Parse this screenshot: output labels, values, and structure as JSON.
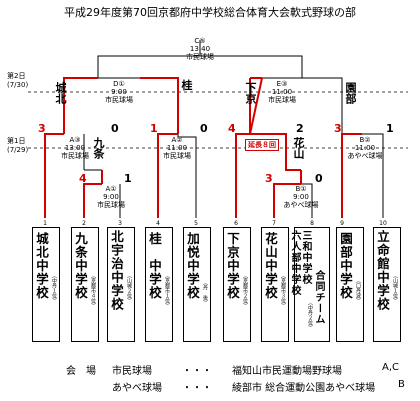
{
  "title": "平成29年度第70回京都府中学校総合体育大会軟式野球の部",
  "days": [
    {
      "label": "第2日",
      "date": "(7/30)"
    },
    {
      "label": "第1日",
      "date": "(7/29)"
    }
  ],
  "matches": [
    {
      "id": "C",
      "label": "C⑤",
      "time": "13:40",
      "venue": "市民球場"
    },
    {
      "id": "D",
      "label": "D①",
      "time": "9:00",
      "venue": "市民球場"
    },
    {
      "id": "E",
      "label": "E③",
      "time": "11:00",
      "venue": "市民球場"
    },
    {
      "id": "A3",
      "label": "A③",
      "time": "13:00",
      "venue": "市民球場"
    },
    {
      "id": "A2",
      "label": "A②",
      "time": "11:00",
      "venue": "市民球場"
    },
    {
      "id": "A1",
      "label": "A①",
      "time": "9:00",
      "venue": "市民球場"
    },
    {
      "id": "B1",
      "label": "B①",
      "time": "9:00",
      "venue": "あやべ球場"
    },
    {
      "id": "B2",
      "label": "B②",
      "time": "11:00",
      "venue": "あやべ球場"
    }
  ],
  "winners": [
    "城北",
    "桂",
    "下京",
    "園部",
    "九条",
    "花山"
  ],
  "scores": [
    "3",
    "0",
    "4",
    "1",
    "1",
    "0",
    "4",
    "2",
    "3",
    "0",
    "3",
    "1"
  ],
  "extra_inning": "延長８回",
  "teams": [
    {
      "no": "1",
      "name": "城北中学校",
      "sub": "（中丹１位）"
    },
    {
      "no": "2",
      "name": "九条中学校",
      "sub": "（京都市４位）"
    },
    {
      "no": "3",
      "name": "北宇治中学校",
      "sub": "（山城２位）"
    },
    {
      "no": "4",
      "name": "桂　中学校",
      "sub": "（京都市１位）"
    },
    {
      "no": "5",
      "name": "加悦中学校",
      "sub": "（丹　後）"
    },
    {
      "no": "6",
      "name": "下京中学校",
      "sub": "（京都市２位）"
    },
    {
      "no": "7",
      "name": "花山中学校",
      "sub": "（京都市３位）"
    },
    {
      "no": "8",
      "name": [
        "三和中学校",
        "六人部中学校",
        "合同チーム"
      ],
      "sub": "（中丹２位）"
    },
    {
      "no": "9",
      "name": "園部中学校",
      "sub": "（口丹波）"
    },
    {
      "no": "10",
      "name": "立命館中学校",
      "sub": "（山城１位）"
    }
  ],
  "venues": {
    "heading": "会　場",
    "rows": [
      {
        "short": "市民球場",
        "dots": "・・・",
        "full": "福知山市民運動場野球場",
        "codes": "A,C"
      },
      {
        "short": "あやべ球場",
        "dots": "・・・",
        "full": "綾部市 総合運動公園あやべ球場",
        "codes": "B"
      }
    ]
  },
  "colors": {
    "win_line": "#d40000",
    "line": "#000000"
  }
}
